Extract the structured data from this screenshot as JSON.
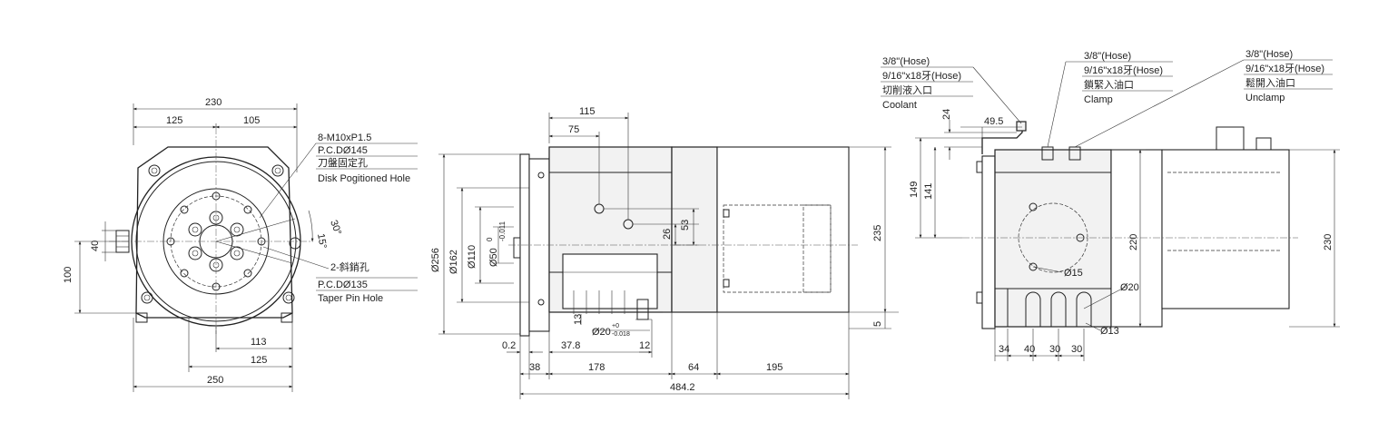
{
  "views": {
    "front": {
      "dims": {
        "overall_top": "230",
        "left_half": "125",
        "right_half": "105",
        "height_100": "100",
        "offset_40": "40",
        "bottom_113": "113",
        "bottom_125": "125",
        "overall_bottom": "250"
      },
      "callouts": {
        "disk_hole": {
          "line1": "8-M10xP1.5",
          "line2": "P.C.DØ145",
          "line3": "刀盤固定孔",
          "line4": "Disk Pogitioned Hole"
        },
        "taper_pin": {
          "line1": "2-斜銷孔",
          "line2": "P.C.DØ135",
          "line3": "Taper Pin Hole"
        },
        "angle_30": "30°",
        "angle_15": "15°"
      }
    },
    "side": {
      "dims": {
        "d115": "115",
        "d75": "75",
        "d53": "53",
        "d26": "26",
        "d256": "Ø256",
        "d162": "Ø162",
        "d110": "Ø110",
        "d50": "Ø50",
        "d50_tol_top": "0",
        "d50_tol_bottom": "-0.011",
        "d13": "13",
        "d20": "Ø20",
        "d20_tol_top": "+0",
        "d20_tol_bottom": "-0.018",
        "d0_2": "0.2",
        "d37_8": "37.8",
        "d12": "12",
        "d38": "38",
        "d178": "178",
        "d64": "64",
        "d195": "195",
        "d484_2": "484.2",
        "d235": "235",
        "d5": "5"
      }
    },
    "rear": {
      "dims": {
        "d24": "24",
        "d49_5": "49.5",
        "d149": "149",
        "d141": "141",
        "d220": "220",
        "d230": "230",
        "d15": "Ø15",
        "d20": "Ø20",
        "d13": "Ø13",
        "d34": "34",
        "d40": "40",
        "d30a": "30",
        "d30b": "30"
      },
      "callouts": {
        "coolant": {
          "line1": "3/8\"(Hose)",
          "line2": "9/16\"x18牙(Hose)",
          "line3": "切削液入口",
          "line4": "Coolant"
        },
        "clamp": {
          "line1": "3/8\"(Hose)",
          "line2": "9/16\"x18牙(Hose)",
          "line3": "鎖緊入油口",
          "line4": "Clamp"
        },
        "unclamp": {
          "line1": "3/8\"(Hose)",
          "line2": "9/16\"x18牙(Hose)",
          "line3": "鬆開入油口",
          "line4": "Unclamp"
        }
      }
    }
  }
}
